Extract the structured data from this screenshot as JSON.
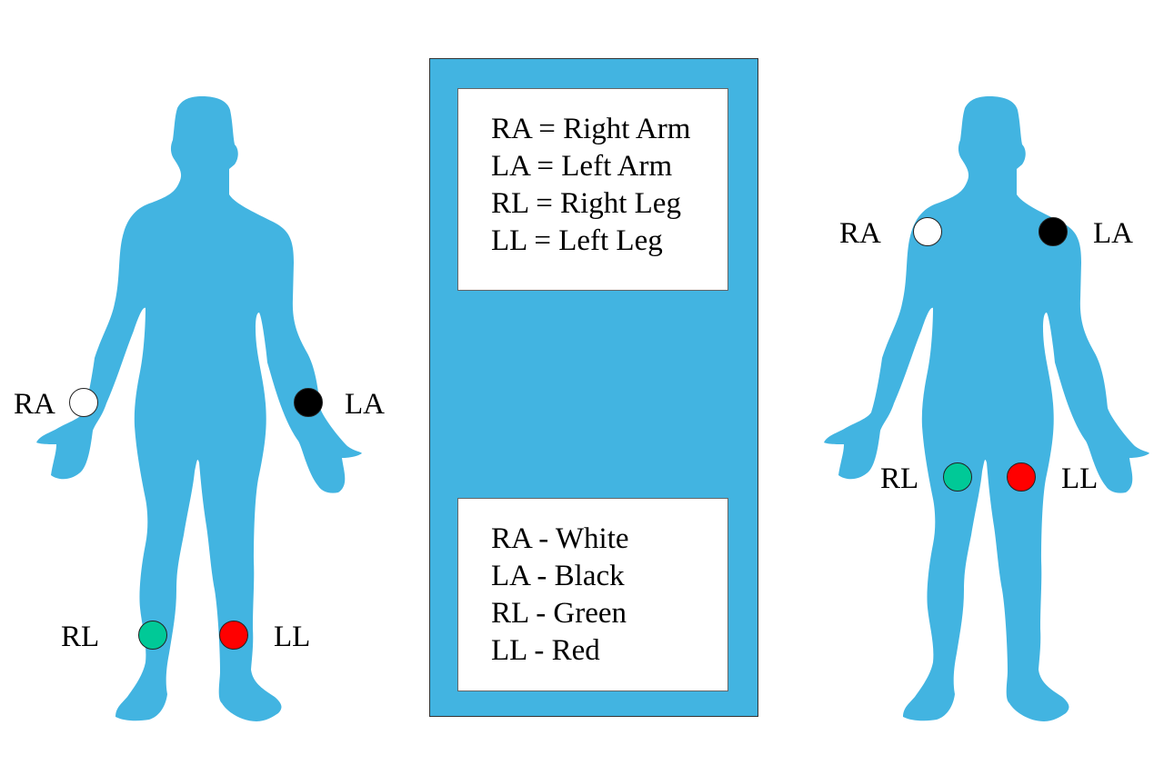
{
  "colors": {
    "body": "#42b4e1",
    "RA": "#ffffff",
    "LA": "#000000",
    "RL": "#00c997",
    "LL": "#ff0000",
    "stroke": "#222222"
  },
  "figures": [
    {
      "name": "limb-lead-placement",
      "electrodes": [
        {
          "id": "RA",
          "label": "RA"
        },
        {
          "id": "LA",
          "label": "LA"
        },
        {
          "id": "RL",
          "label": "RL"
        },
        {
          "id": "LL",
          "label": "LL"
        }
      ]
    },
    {
      "name": "torso-lead-placement",
      "electrodes": [
        {
          "id": "RA",
          "label": "RA"
        },
        {
          "id": "LA",
          "label": "LA"
        },
        {
          "id": "RL",
          "label": "RL"
        },
        {
          "id": "LL",
          "label": "LL"
        }
      ]
    }
  ],
  "legend": {
    "abbreviations": [
      "RA = Right Arm",
      "LA = Left Arm",
      "RL = Right Leg",
      "LL = Left Leg"
    ],
    "color_codes": [
      "RA - White",
      "LA - Black",
      "RL - Green",
      "LL - Red"
    ]
  }
}
